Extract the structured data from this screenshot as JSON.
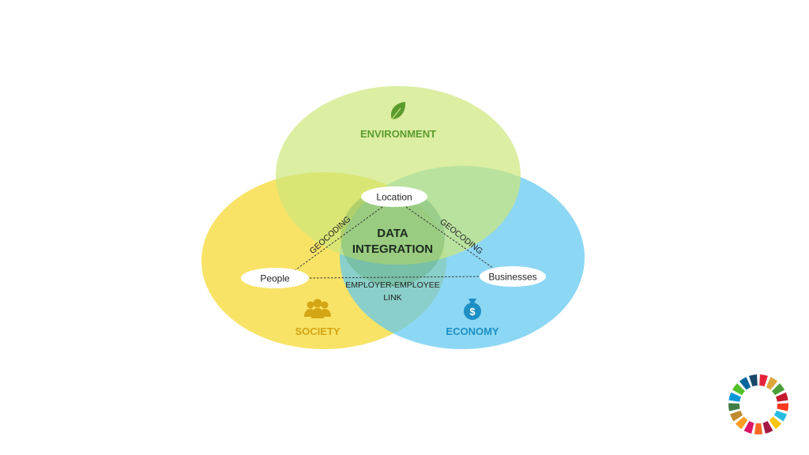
{
  "diagram": {
    "environment_label": "ENVIRONMENT",
    "society_label": "SOCIETY",
    "economy_label": "ECONOMY",
    "center_line1": "DATA",
    "center_line2": "INTEGRATION",
    "node_location": "Location",
    "node_people": "People",
    "node_businesses": "Businesses",
    "edge_left": "GEOCODING",
    "edge_right": "GEOCODING",
    "edge_bottom_line1": "EMPLOYER-EMPLOYEE",
    "edge_bottom_line2": "LINK",
    "icons": {
      "environment": "leaf-icon",
      "society": "people-group-icon",
      "economy": "money-bag-icon"
    },
    "colors": {
      "environment": "#cde77a",
      "society": "#f6dd45",
      "economy": "#5fc8f0",
      "environment_text": "#5a9b2e",
      "society_text": "#d4a514",
      "economy_text": "#1d8fc4"
    }
  },
  "logo": {
    "name": "sdg-color-wheel",
    "segment_colors": [
      "#e5243b",
      "#dda63a",
      "#4c9f38",
      "#c5192d",
      "#ff3a21",
      "#26bde2",
      "#fcc30b",
      "#a21942",
      "#fd6925",
      "#dd1367",
      "#fd9d24",
      "#bf8b2e",
      "#3f7e44",
      "#0a97d9",
      "#56c02b",
      "#00689d",
      "#19486a"
    ]
  }
}
